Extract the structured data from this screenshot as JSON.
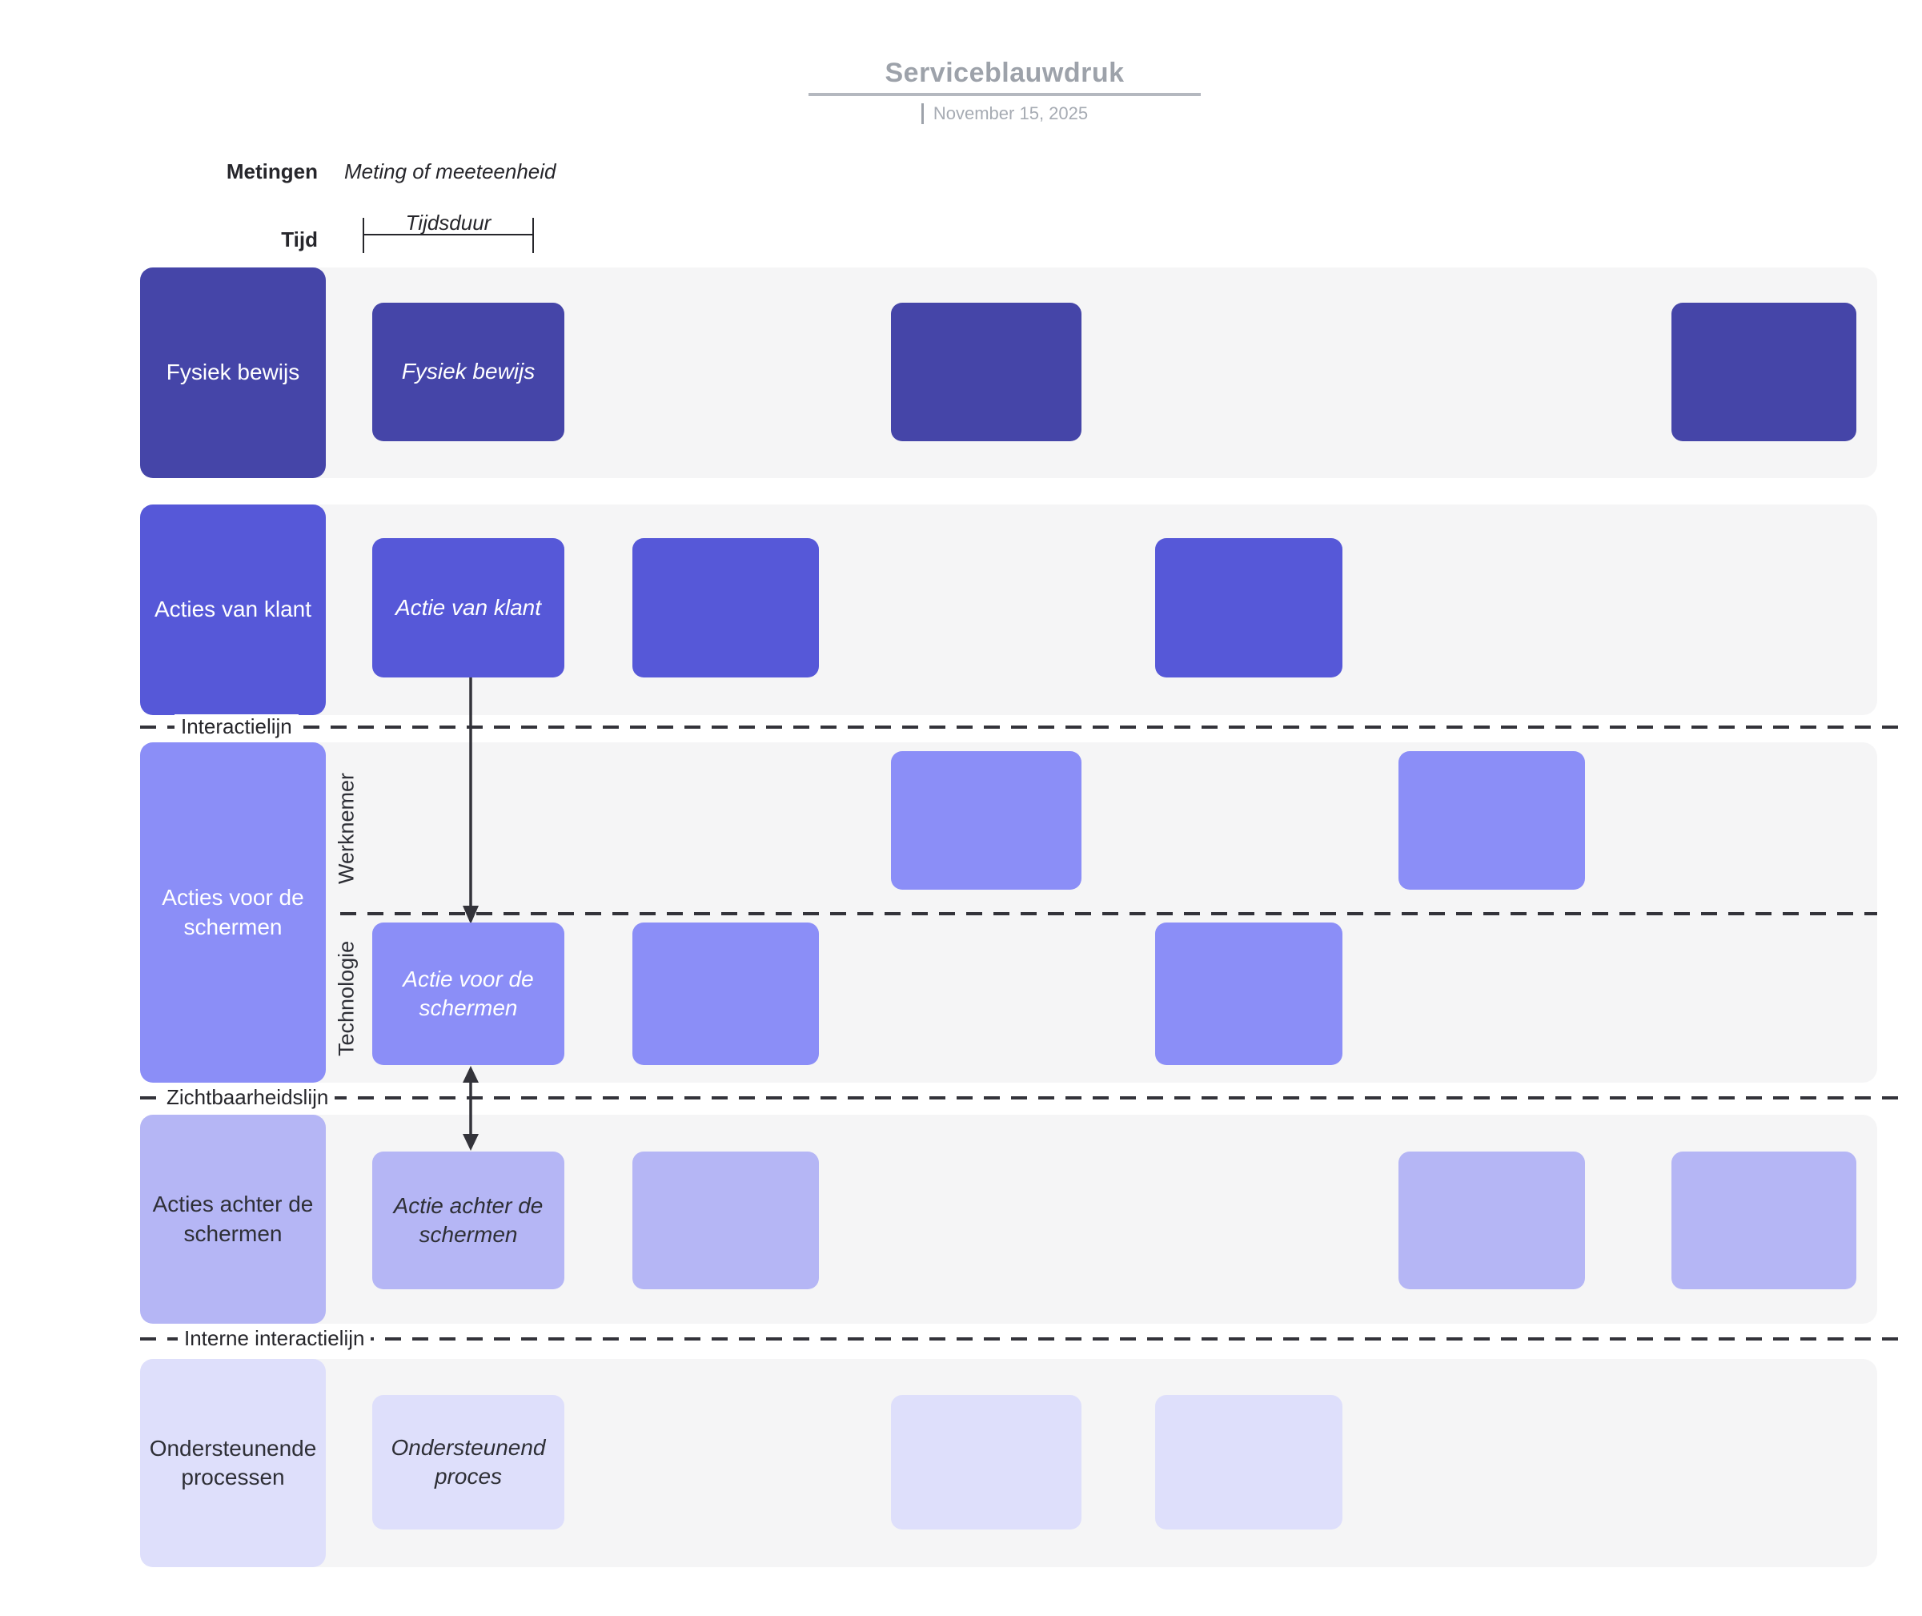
{
  "header": {
    "title": "Serviceblauwdruk",
    "date": "November 15, 2025"
  },
  "annotations": {
    "measurements_label": "Metingen",
    "measurements_value": "Meting of meeteenheid",
    "time_label": "Tijd",
    "time_duration_label": "Tijdsduur"
  },
  "separators": [
    {
      "label": "Interactielijn"
    },
    {
      "label": "Zichtbaarheidslijn"
    },
    {
      "label": "Interne interactielijn"
    }
  ],
  "lanes": [
    {
      "label": "Fysiek bewijs",
      "color": "#4545A8",
      "text_color": "#FFFFFF",
      "cards": [
        {
          "col": 1,
          "label": "Fysiek bewijs"
        },
        {
          "col": 3,
          "label": ""
        },
        {
          "col": 6,
          "label": ""
        }
      ]
    },
    {
      "label": "Acties van klant",
      "color": "#5658D8",
      "text_color": "#FFFFFF",
      "cards": [
        {
          "col": 1,
          "label": "Actie van klant"
        },
        {
          "col": 2,
          "label": ""
        },
        {
          "col": 4,
          "label": ""
        }
      ]
    },
    {
      "label": "Acties voor de schermen",
      "color": "#8B8EF7",
      "text_color": "#FFFFFF",
      "sublanes": [
        {
          "label": "Werknemer",
          "cards": [
            {
              "col": 3,
              "label": ""
            },
            {
              "col": 5,
              "label": ""
            }
          ]
        },
        {
          "label": "Technologie",
          "cards": [
            {
              "col": 1,
              "label": "Actie voor de schermen"
            },
            {
              "col": 2,
              "label": ""
            },
            {
              "col": 4,
              "label": ""
            }
          ]
        }
      ]
    },
    {
      "label": "Acties achter de schermen",
      "color": "#B5B6F5",
      "text_color": "#2E2F36",
      "cards": [
        {
          "col": 1,
          "label": "Actie achter de schermen"
        },
        {
          "col": 2,
          "label": ""
        },
        {
          "col": 5,
          "label": ""
        },
        {
          "col": 6,
          "label": ""
        }
      ]
    },
    {
      "label": "Ondersteunende processen",
      "color": "#DEDFFB",
      "text_color": "#2E2F36",
      "cards": [
        {
          "col": 1,
          "label": "Ondersteunend proces"
        },
        {
          "col": 3,
          "label": ""
        },
        {
          "col": 4,
          "label": ""
        }
      ]
    }
  ],
  "colors": {
    "page_bg": "#FFFFFF",
    "band_bg": "#F5F5F6",
    "dash": "#33333A",
    "arrow": "#33333A",
    "title": "#9DA2AA",
    "underline": "#B4B8BF",
    "date": "#A6ABB3",
    "text_dark": "#2E2F36"
  }
}
